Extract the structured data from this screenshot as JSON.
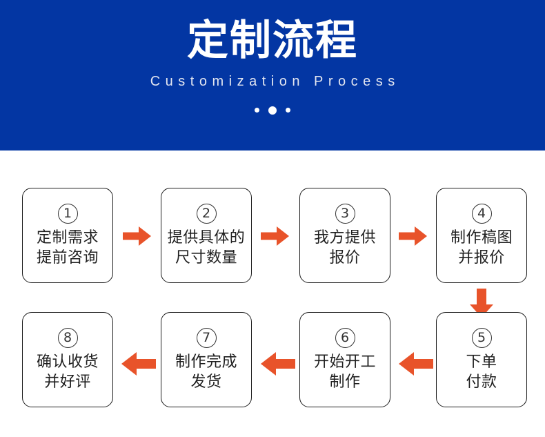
{
  "banner": {
    "title": "定制流程",
    "subtitle": "Customization Process",
    "bg_color": "#0336a3",
    "title_color": "#ffffff",
    "subtitle_color": "#e3e6f0",
    "dots": [
      "dot-small",
      "dot-large",
      "dot-small"
    ]
  },
  "flow": {
    "accent_color": "#e8532a",
    "box_border_color": "#1c1c1c",
    "text_color": "#1f1f1f",
    "steps": [
      {
        "number": "1",
        "label": "定制需求\n提前咨询"
      },
      {
        "number": "2",
        "label": "提供具体的\n尺寸数量"
      },
      {
        "number": "3",
        "label": "我方提供\n报价"
      },
      {
        "number": "4",
        "label": "制作稿图\n并报价"
      },
      {
        "number": "5",
        "label": "下单\n付款"
      },
      {
        "number": "6",
        "label": "开始开工\n制作"
      },
      {
        "number": "7",
        "label": "制作完成\n发货"
      },
      {
        "number": "8",
        "label": "确认收货\n并好评"
      }
    ],
    "arrows": [
      {
        "name": "arrow-right-1-2",
        "direction": "right"
      },
      {
        "name": "arrow-right-2-3",
        "direction": "right"
      },
      {
        "name": "arrow-right-3-4",
        "direction": "right"
      },
      {
        "name": "arrow-down-4-5",
        "direction": "down"
      },
      {
        "name": "arrow-left-5-6",
        "direction": "left"
      },
      {
        "name": "arrow-left-6-7",
        "direction": "left"
      },
      {
        "name": "arrow-left-7-8",
        "direction": "left"
      }
    ]
  }
}
